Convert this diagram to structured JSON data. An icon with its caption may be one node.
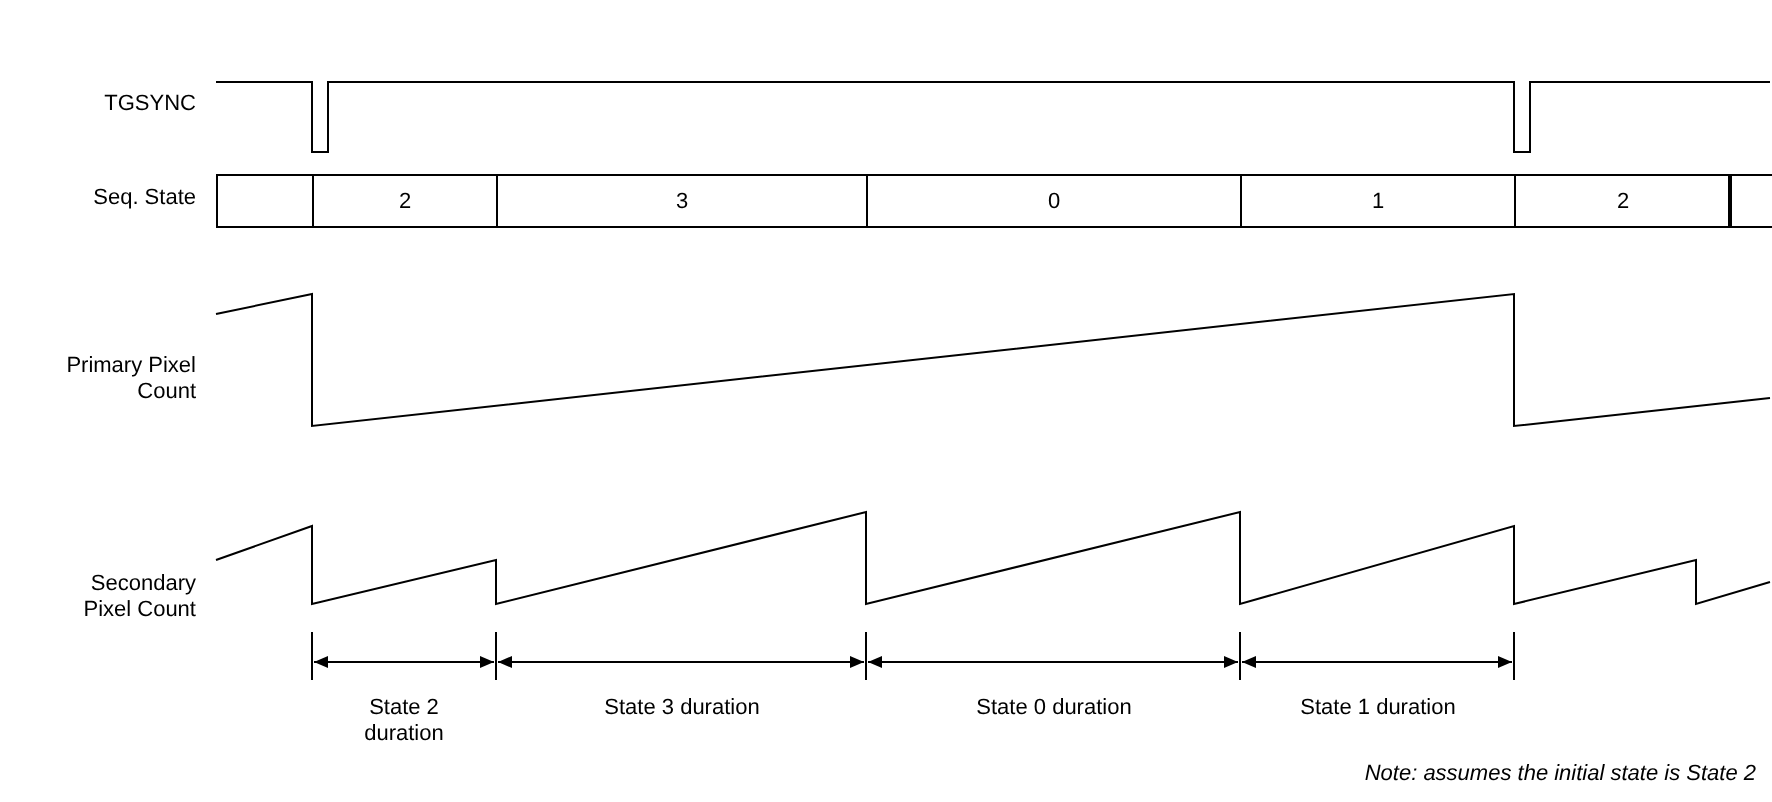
{
  "diagram": {
    "nodes": [
      {
        "text": [],
        "shape": "box"
      },
      {
        "text": [
          "2"
        ]
      },
      {
        "text": [
          "3"
        ]
      },
      {
        "text": [
          "0"
        ]
      },
      {
        "text": [
          "1"
        ]
      },
      {
        "text": [
          "2"
        ]
      },
      {
        "text": [],
        "shape": "box"
      }
    ],
    "labels": [
      "TGSYNC",
      "Seq. State",
      "Primary Pixel Count",
      "Secondary Pixel Count",
      "State 2 duration",
      "State 3 duration",
      "State 0 duration",
      "State 1 duration",
      "Note: assumes the initial state is State 2"
    ]
  }
}
